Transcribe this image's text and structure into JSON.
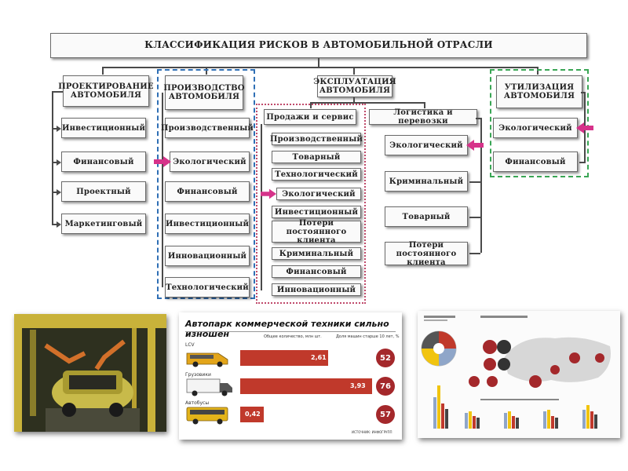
{
  "diagram": {
    "title": "КЛАССИФИКАЦИЯ РИСКОВ В АВТОМОБИЛЬНОЙ ОТРАСЛИ",
    "col1": {
      "header": "ПРОЕКТИРОВАНИЕ АВТОМОБИЛЯ",
      "items": [
        "Инвестиционный",
        "Финансовый",
        "Проектный",
        "Маркетинговый"
      ]
    },
    "col2": {
      "header": "ПРОИЗВОДСТВО АВТОМОБИЛЯ",
      "items": [
        "Производственный",
        "Экологический",
        "Финансовый",
        "Инвестиционный",
        "Инновационный",
        "Технологический"
      ]
    },
    "col3": {
      "header": "ЭКСПЛУАТАЦИЯ АВТОМОБИЛЯ",
      "sales": {
        "header": "Продажи и сервис",
        "items": [
          "Производственный",
          "Товарный",
          "Технологический",
          "Экологический",
          "Инвестиционный",
          "Потери постоянного клиента",
          "Криминальный",
          "Финансовый",
          "Инновационный"
        ]
      },
      "logistics": {
        "header": "Логистика и перевозки",
        "items": [
          "Экологический",
          "Криминальный",
          "Товарный",
          "Потери постоянного клиента"
        ]
      }
    },
    "col4": {
      "header": "УТИЛИЗАЦИЯ АВТОМОБИЛЯ",
      "items": [
        "Экологический",
        "Финансовый"
      ]
    },
    "colors": {
      "blue_frame": "#2f6fb5",
      "green_frame": "#3aa655",
      "red_frame": "#c04a6b",
      "arrow_pink": "#d6338a"
    }
  },
  "infographic": {
    "title": "Автопарк коммерческой техники сильно изношен",
    "col_total": "Общее количество, млн шт.",
    "col_old": "Доля машин старше 10 лет, %",
    "source": "ИСТОЧНИК: ИНФОГРУПП",
    "rows": [
      {
        "label": "LCV",
        "value": "2,61",
        "share": "52",
        "bar_fraction": 0.66
      },
      {
        "label": "Грузовики",
        "value": "3,93",
        "share": "76",
        "bar_fraction": 1.0
      },
      {
        "label": "Автобусы",
        "value": "0,42",
        "share": "57",
        "bar_fraction": 0.11
      }
    ]
  },
  "photo": {
    "icon": "factory-assembly-line-photo"
  },
  "map_infographic": {
    "icon": "russia-map-infographic"
  }
}
